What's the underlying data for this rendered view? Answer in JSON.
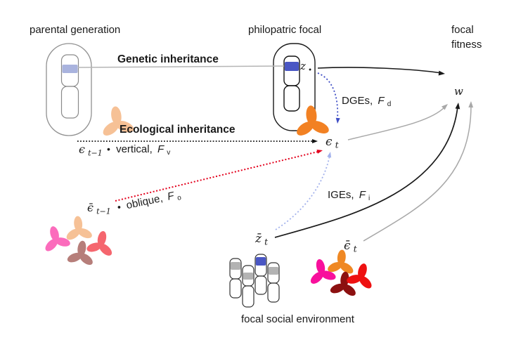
{
  "labels": {
    "parental_generation": "parental generation",
    "philopatric_focal": "philopatric focal",
    "focal_fitness_line1": "focal",
    "focal_fitness_line2": "fitness",
    "focal_social_environment": "focal social environment"
  },
  "headings": {
    "genetic": "Genetic inheritance",
    "ecological": "Ecological inheritance"
  },
  "pathways": {
    "vertical": {
      "bullet": "•",
      "name": "vertical, ",
      "coeff": "F",
      "sub": "v"
    },
    "oblique": {
      "bullet": "•",
      "name": "oblique, ",
      "coeff": "F",
      "sub": "o"
    },
    "direct_genetic": {
      "name": "DGEs, ",
      "coeff": "F",
      "sub": "d"
    },
    "indirect_genetic": {
      "name": "IGEs, ",
      "coeff": "F",
      "sub": "i"
    }
  },
  "math": {
    "focal_trait": {
      "base": "z",
      "sub": "•"
    },
    "focal_env": {
      "base": "ϵ",
      "sub": "t"
    },
    "parental_env": {
      "base": "ϵ",
      "sub": "t−1"
    },
    "parental_social_env": {
      "base": "ϵ̄",
      "sub": "t−1"
    },
    "social_trait": {
      "base": "z̄",
      "sub": "t"
    },
    "social_env": {
      "base": "ϵ̄",
      "sub": "t"
    },
    "fitness": "w"
  },
  "colors": {
    "genetic_line_gray": "#b5b5b5",
    "arrow_black": "#1a1a1a",
    "arrow_gray": "#a8a8a8",
    "eco_dotted_black": "#111111",
    "arrow_red": "#e3001c",
    "dges_blue": "#3f4ec5",
    "iges_lightblue": "#a3b2ec",
    "capsule_parent_gray": "#909090",
    "capsule_focal_black": "#1a1a1a",
    "chromosome_parent_gray": "#8a8a8a",
    "chromosome_focal_black": "#111111",
    "chromosome_social_dark": "#333333",
    "band_lavender": "#a9b3de",
    "band_blue": "#4a57c4",
    "band_gray": "#b3b3b3",
    "trefoil_peach": "#f6c196",
    "trefoil_orange": "#f28123",
    "trefoil_pink": "#fb6cbc",
    "trefoil_mauve": "#b67e7a",
    "trefoil_salmon": "#f5666e",
    "trefoil_magenta": "#f8109c",
    "trefoil_orange2": "#ef8824",
    "trefoil_maroon": "#8c1010",
    "trefoil_red": "#ee1111"
  }
}
